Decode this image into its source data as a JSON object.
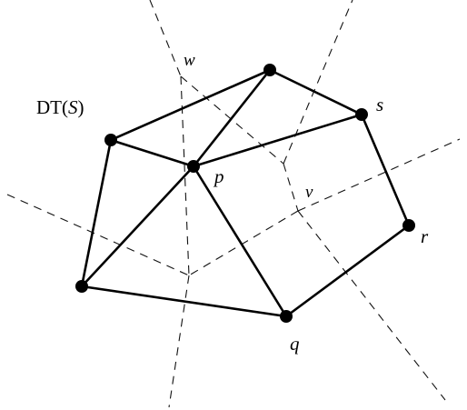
{
  "title": {
    "prefix": "DT(",
    "set_name": "S",
    "suffix": ")"
  },
  "points": [
    "p",
    "q",
    "r",
    "s"
  ],
  "voronoi_vertices": [
    "v",
    "w"
  ]
}
